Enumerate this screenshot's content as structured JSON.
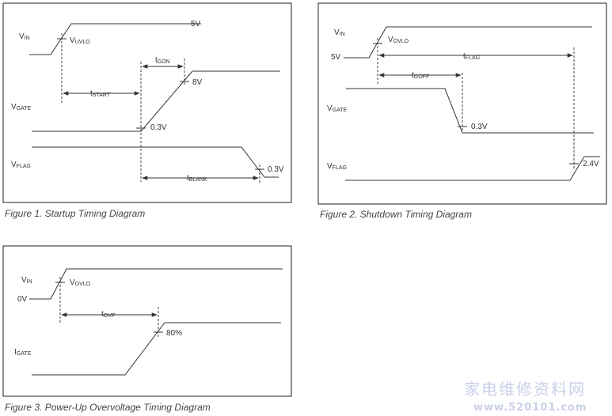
{
  "figure1": {
    "caption": "Figure 1. Startup Timing Diagram",
    "vin": {
      "main": "V",
      "sub": "IN"
    },
    "vgate": {
      "main": "V",
      "sub": "GATE"
    },
    "vflag": {
      "main": "V",
      "sub": "FLAG"
    },
    "vuvlo": {
      "main": "V",
      "sub": "UVLO"
    },
    "five_v": "5V",
    "tgon": {
      "main": "t",
      "sub": "GON"
    },
    "eight_v": "8V",
    "tstart": {
      "main": "t",
      "sub": "START"
    },
    "gate_03v": "0.3V",
    "tblank": {
      "main": "t",
      "sub": "BLANK"
    },
    "flag_03v": "0.3V"
  },
  "figure2": {
    "caption": "Figure 2. Shutdown Timing Diagram",
    "vin": {
      "main": "V",
      "sub": "IN"
    },
    "vgate": {
      "main": "V",
      "sub": "GATE"
    },
    "vflag": {
      "main": "V",
      "sub": "FLAG"
    },
    "vovlo": {
      "main": "V",
      "sub": "OVLO"
    },
    "five_v": "5V",
    "tflag": {
      "main": "t",
      "sub": "FLAG"
    },
    "tgoff": {
      "main": "t",
      "sub": "GOFF"
    },
    "gate_03v": "0.3V",
    "flag_24v": "2.4V"
  },
  "figure3": {
    "caption": "Figure 3. Power-Up Overvoltage Timing Diagram",
    "vin": {
      "main": "V",
      "sub": "IN"
    },
    "igate": {
      "main": "I",
      "sub": "GATE"
    },
    "vovlo": {
      "main": "V",
      "sub": "OVLO"
    },
    "zero_v": "0V",
    "tovp": {
      "main": "t",
      "sub": "OVP"
    },
    "pct80": "80%"
  },
  "watermark": {
    "cn": "家电维修资料网",
    "url": "www.520101.com"
  }
}
